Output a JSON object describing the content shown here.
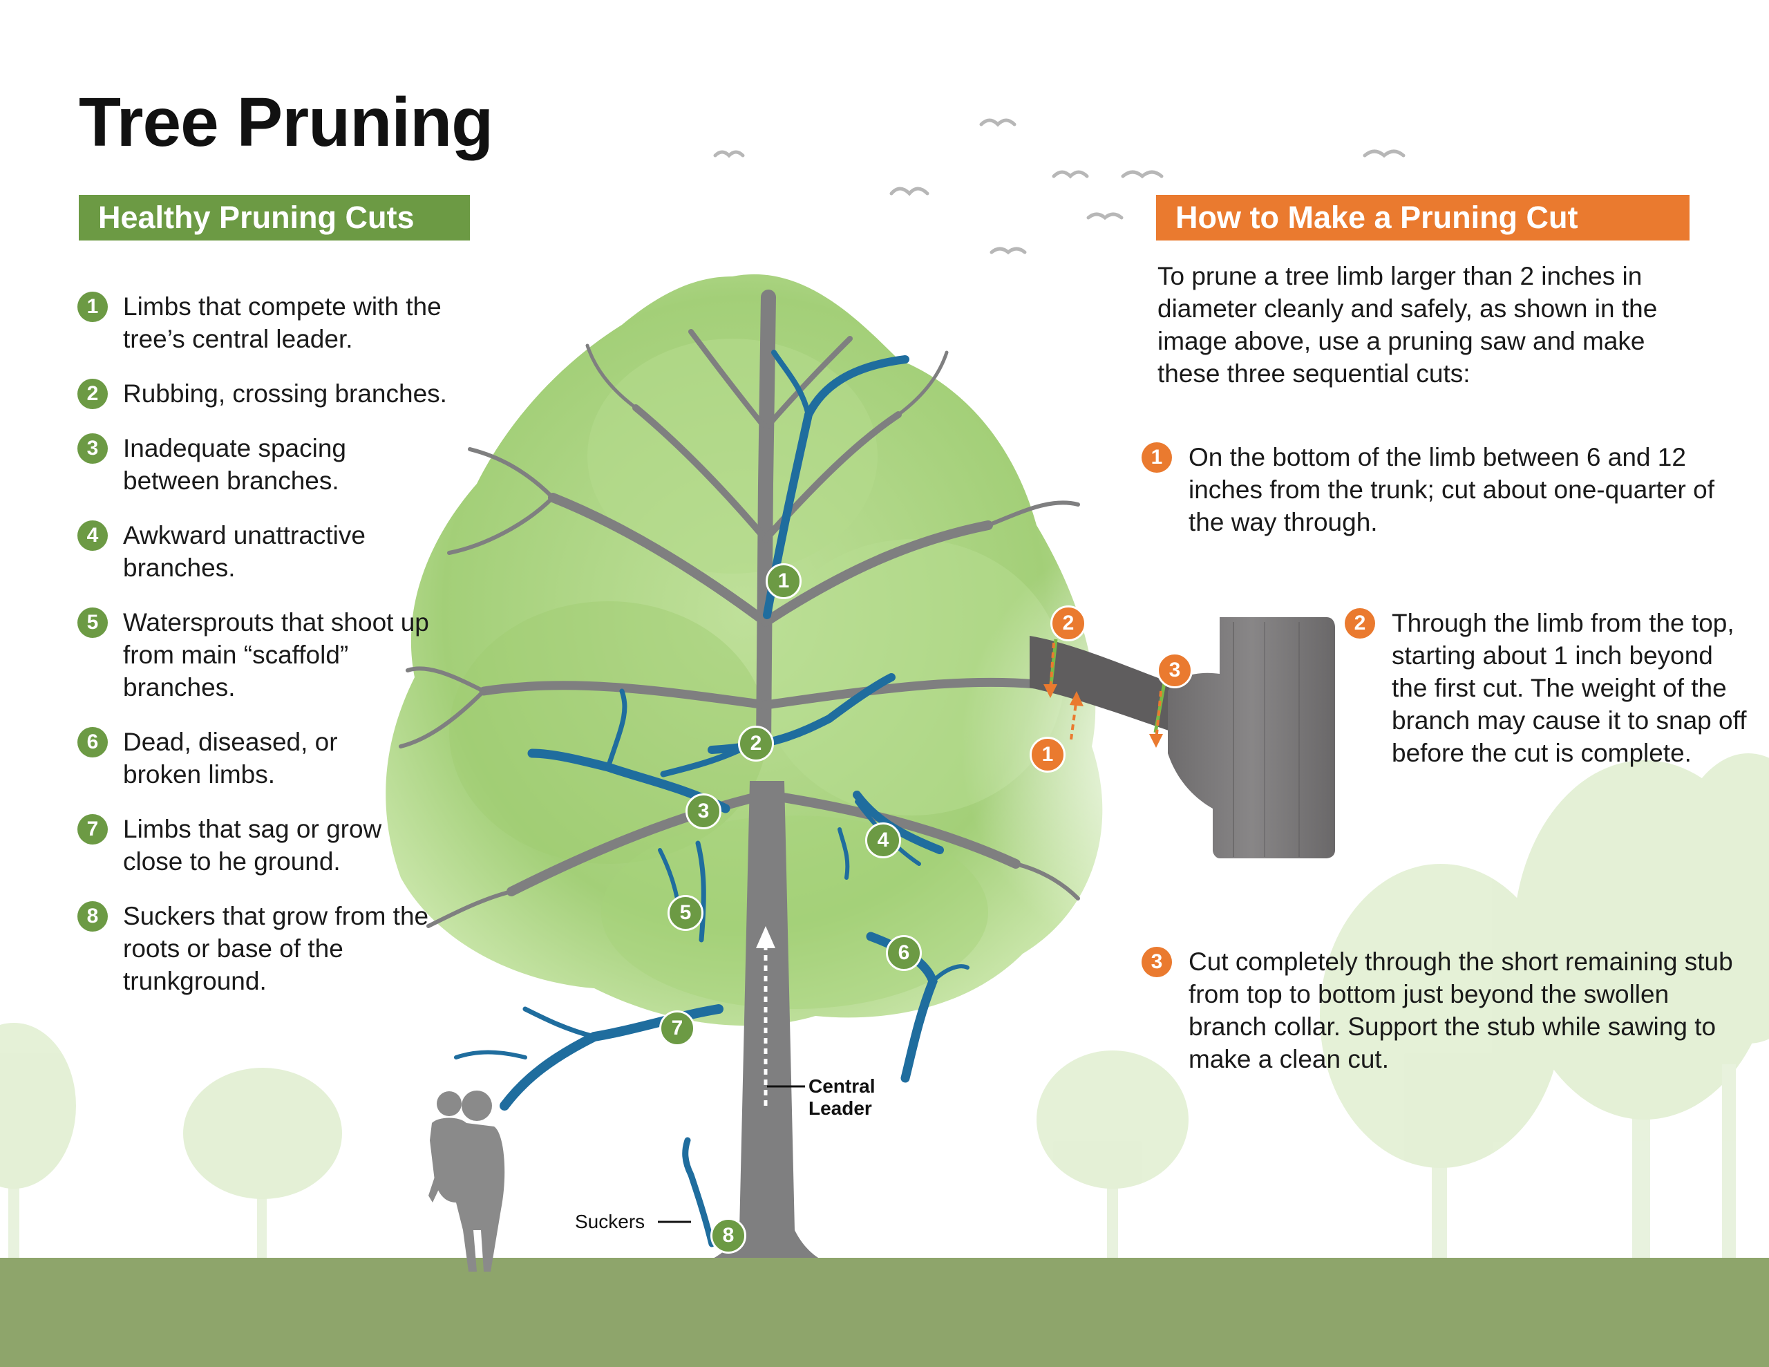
{
  "title": "Tree Pruning",
  "healthy": {
    "heading": "Healthy Pruning Cuts",
    "items": [
      {
        "num": "1",
        "text": "Limbs that compete with the tree’s central leader."
      },
      {
        "num": "2",
        "text": "Rubbing, crossing branches."
      },
      {
        "num": "3",
        "text": "Inadequate spacing between branches."
      },
      {
        "num": "4",
        "text": "Awkward unattractive branches."
      },
      {
        "num": "5",
        "text": "Watersprouts that shoot up from main “scaffold” branches."
      },
      {
        "num": "6",
        "text": "Dead, diseased, or broken limbs."
      },
      {
        "num": "7",
        "text": "Limbs that sag or grow close to he ground."
      },
      {
        "num": "8",
        "text": "Suckers that grow from the roots or base of the trunkground."
      }
    ]
  },
  "how_to": {
    "heading": "How to Make a Pruning Cut",
    "intro": "To prune a tree limb larger than 2 inches in diameter cleanly and safely, as shown in the image above, use a pruning saw and make these three sequential cuts:",
    "steps": [
      {
        "num": "1",
        "text": "On the bottom of the limb between 6 and 12 inches from the trunk; cut about one-quarter of the way through."
      },
      {
        "num": "2",
        "text": "Through the limb from the top, starting about 1 inch beyond the first cut. The weight of the branch may cause it to snap off before the cut is complete."
      },
      {
        "num": "3",
        "text": "Cut completely through the short remaining stub from top to bottom just beyond the swollen branch collar. Support the stub while sawing to make a clean cut."
      }
    ]
  },
  "diagram": {
    "central_leader_label": "Central Leader",
    "suckers_label": "Suckers",
    "markers": [
      "1",
      "2",
      "3",
      "4",
      "5",
      "6",
      "7",
      "8"
    ],
    "cut_markers": [
      "2",
      "3",
      "1"
    ]
  },
  "colors": {
    "green": "#6c9a44",
    "orange": "#ea7a2f",
    "branch_blue": "#1f6d9e",
    "trunk_gray": "#7f7f80",
    "ground": "#8ea56b",
    "foliage": "#a9d27e"
  }
}
